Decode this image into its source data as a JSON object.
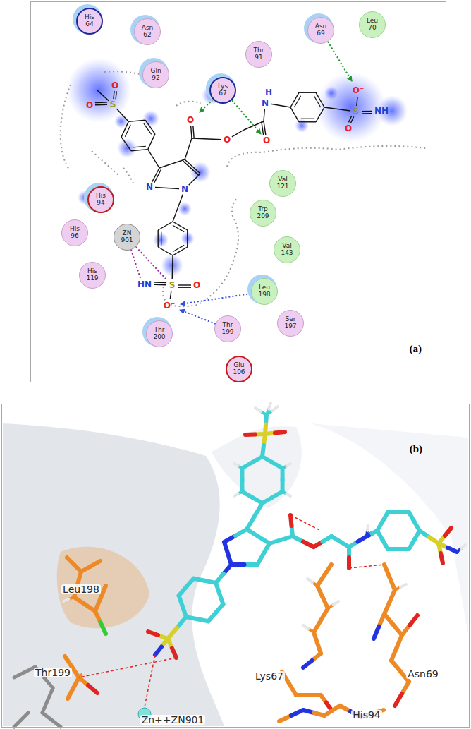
{
  "diagram": {
    "nodes": [
      {
        "text": [
          "(a)"
        ]
      },
      {
        "text": [
          "His 64"
        ],
        "in": 0
      },
      {
        "text": [
          "Asn 62"
        ],
        "in": 0
      },
      {
        "text": [
          "Thr 91"
        ],
        "in": 0
      },
      {
        "text": [
          "Asn 69"
        ],
        "in": 0
      },
      {
        "text": [
          "Leu 70"
        ],
        "in": 0
      },
      {
        "text": [
          "Gln 92"
        ],
        "in": 0
      },
      {
        "text": [
          "Lys 67"
        ],
        "in": 0
      },
      {
        "text": [
          "His 94"
        ],
        "in": 0
      },
      {
        "text": [
          "Val 121"
        ],
        "in": 0
      },
      {
        "text": [
          "Trp 209"
        ],
        "in": 0
      },
      {
        "text": [
          "His 96"
        ],
        "in": 0
      },
      {
        "text": [
          "ZN 901"
        ],
        "in": 0
      },
      {
        "text": [
          "Val 143"
        ],
        "in": 0
      },
      {
        "text": [
          "His 119"
        ],
        "in": 0
      },
      {
        "text": [
          "Leu 198"
        ],
        "in": 0
      },
      {
        "text": [
          "Thr 199"
        ],
        "in": 0
      },
      {
        "text": [
          "Ser 197"
        ],
        "in": 0
      },
      {
        "text": [
          "Thr 200"
        ],
        "in": 0
      },
      {
        "text": [
          "Glu 106"
        ],
        "in": 0
      },
      {
        "text": [
          "(b)"
        ]
      }
    ],
    "labels": [
      "O",
      "S",
      "O",
      "O",
      "O",
      "H",
      "N",
      "O",
      "O⁻",
      "S",
      "NH",
      "O",
      "N",
      "N",
      "HN",
      "S",
      "O",
      "O⁻",
      "Leu198",
      "Thr199",
      "Lys67",
      "Asn69",
      "His94",
      "Zn++ZN901"
    ]
  }
}
